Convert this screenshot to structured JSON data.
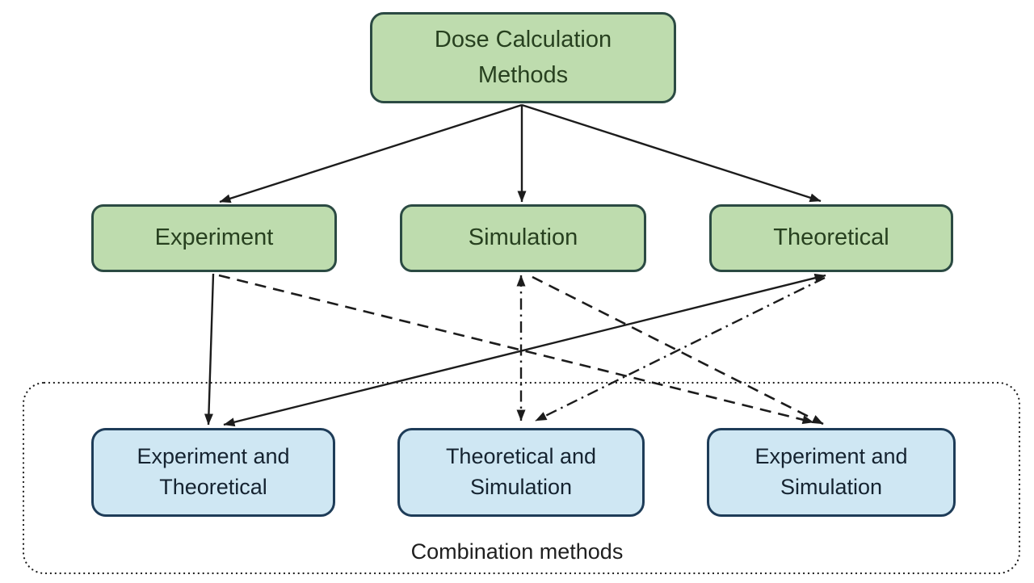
{
  "figure": {
    "nodes": {
      "root": {
        "label": "Dose Calculation Methods"
      },
      "experiment": {
        "label": "Experiment"
      },
      "simulation": {
        "label": "Simulation"
      },
      "theoretical": {
        "label": "Theoretical"
      },
      "experiment_theoretical": {
        "label": "Experiment and Theoretical"
      },
      "theoretical_simulation": {
        "label": "Theoretical and Simulation"
      },
      "experiment_simulation": {
        "label": "Experiment and Simulation"
      }
    },
    "group": {
      "label": "Combination methods"
    },
    "edges": [
      {
        "from": "dose-calculation-methods",
        "to": "experiment",
        "style": "solid",
        "arrows": "end"
      },
      {
        "from": "dose-calculation-methods",
        "to": "simulation",
        "style": "solid",
        "arrows": "end"
      },
      {
        "from": "dose-calculation-methods",
        "to": "theoretical",
        "style": "solid",
        "arrows": "end"
      },
      {
        "from": "experiment",
        "to": "experiment-and-theoretical",
        "style": "solid",
        "arrows": "end"
      },
      {
        "from": "theoretical",
        "to": "experiment-and-theoretical",
        "style": "solid",
        "arrows": "both"
      },
      {
        "from": "simulation",
        "to": "theoretical-and-simulation",
        "style": "dash-dot",
        "arrows": "both"
      },
      {
        "from": "theoretical",
        "to": "theoretical-and-simulation",
        "style": "dash-dot",
        "arrows": "end"
      },
      {
        "from": "experiment",
        "to": "experiment-and-simulation",
        "style": "dashed",
        "arrows": "end"
      },
      {
        "from": "simulation",
        "to": "experiment-and-simulation",
        "style": "dashed",
        "arrows": "end"
      }
    ],
    "colors": {
      "method_fill": "#bedcae",
      "method_border": "#2b4a43",
      "method_text": "#27401f",
      "combo_fill": "#cfe7f3",
      "combo_border": "#1e3c58",
      "combo_text": "#152330",
      "edge": "#1c1c1c",
      "group_label_color": "#1f1f1f"
    }
  }
}
